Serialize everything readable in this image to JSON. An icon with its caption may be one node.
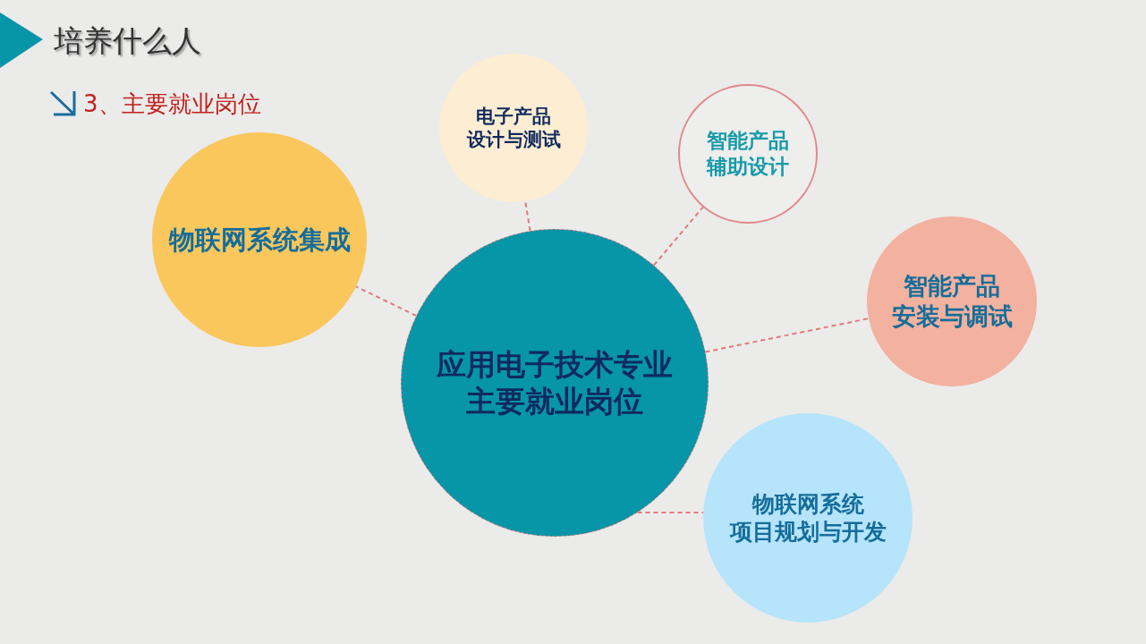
{
  "diagram": {
    "title": "培养什么人",
    "nodes": [
      {
        "text": [
          "应用电子技术专业主要就业岗位"
        ]
      },
      {
        "text": [
          "物联网系统集成"
        ]
      },
      {
        "text": [
          "电子产品设计与测试"
        ]
      },
      {
        "text": [
          "智能产品辅助设计"
        ]
      },
      {
        "text": [
          "智能产品安装与调试"
        ]
      },
      {
        "text": [
          "物联网系统项目规划与开发"
        ]
      }
    ],
    "edges": [
      {
        "from": 0,
        "to": 1,
        "arrow": "none",
        "style": "dashed"
      },
      {
        "from": 0,
        "to": 2,
        "arrow": "none",
        "style": "dashed"
      },
      {
        "from": 0,
        "to": 3,
        "arrow": "none",
        "style": "dashed"
      },
      {
        "from": 0,
        "to": 4,
        "arrow": "none",
        "style": "dashed"
      },
      {
        "from": 0,
        "to": 5,
        "arrow": "none",
        "style": "dashed"
      }
    ],
    "labels": [
      "3、主要就业岗位"
    ]
  }
}
